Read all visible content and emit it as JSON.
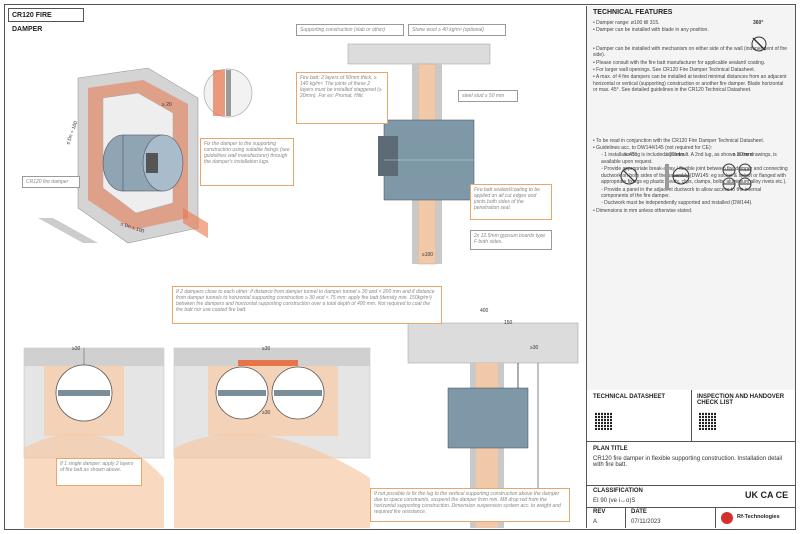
{
  "title": "CR120 FIRE DAMPER",
  "notes": {
    "support": "Supporting construction (slab or other)",
    "stonewool": "Stone wool ≥ 40 kg/m³ (optional)",
    "firebatt": "Fire batt: 2 layers of 50mm thick, ≥ 140 kg/m³. The joints of these 2 layers must be installed staggered (≥ 20mm). For ex: Promat, Hilti.",
    "steelstud": "steel stud ≥ 50 mm",
    "fixdamper": "Fix the damper to the supporting construction using suitable fixings (see guidelines wall manufacturer) through the damper's installation lugs.",
    "sealant": "Fire batt sealant/coating to be applied on all cut edges and joints both sides of the penetration seal.",
    "gypsum": "2x 12.5mm gypsum boards type F both sides.",
    "cr120": "CR120 fire damper",
    "twodampers": "If 2 dampers close to each other: if distance from damper tunnel to damper tunnel ≥ 30 and < 200 mm and if distance from damper tunnels to horizontal supporting construction ≥ 30 and < 75 mm: apply fire batt (density min. 150kg/m³) between fire dampers and horizontal supporting construction over a total depth of 400 mm. Not required to coat the fire batt nor use coated fire batt.",
    "single": "If 1 single damper: apply 2 layers of fire batt as shown above.",
    "notpossible": "If not possible to fix the lug to the vertical supporting construction above the damper due to space constraints, suspend the damper from min. M8 drop rod from the horizontal supporting construction. Dimension suspension system acc. to weight and required fire resistance."
  },
  "dims": {
    "d20": "≥ 20",
    "dn100a": "≤ Dn + 100",
    "dn100b": "≤ Dn + 100",
    "d100": "≥100",
    "d30a": "≥30",
    "d30b": "≥30",
    "d30c": "≥30",
    "d400": "400",
    "d150": "150",
    "d30d": "≥30"
  },
  "features": {
    "heading": "TECHNICAL FEATURES",
    "items": [
      "• Damper range: ø100 till 315.",
      "• Damper can be installed with blade in any position.",
      "• Damper can be installed with mechanism on either side of the wall (independent of fire side).",
      "• Please consult with the fire batt manufacturer for applicable sealant/ coating.",
      "• For larger wall openings. See CR120 Fire Damper Technical Datasheet.",
      "• A max. of 4 fire dampers can be installed at tested minimal distances from an adjacent horizontal or vertical (supporting) construction or another fire damper. Blade horizontal or max. 45°. See detailed guidelines in the CR120 Technical Datasheet.",
      "• To be read in conjunction with the CR120 Fire Damper Technical Datasheet.",
      "• Guidelines acc. to DW144/145 (not required for CE):",
      "   ◦ 1 installation lug is included by default. A 2nd lug, as shown in the drawings, is available upon request.",
      "   ◦ Provide appropriate break-away / flexible joint between fire damper and connecting ductwork on both sides of the assembly (DW145: eg socket & spigot or flanged with appropriate fixings eg plastic cleats, clips, clamps, bolts, aluminium alloy rivets etc.).",
      "   ◦ Provide a panel in the adjacent ductwork to allow access to the internal components of the fire damper.",
      "   ◦ Ductwork must be independently supported and installed (DW144).",
      "• Dimensions in mm unless otherwise stated."
    ],
    "deg360": "360°",
    "deg45": "≤ 45°",
    "mm30a": "≥ 30 mm",
    "mm30b": "≥ 30 mm"
  },
  "techsheet": "TECHNICAL DATASHEET",
  "checklist": "INSPECTION AND HANDOVER CHECK LIST",
  "plan_title_label": "PLAN TITLE",
  "plan_title": "CR120 fire damper in flexible supporting construction. Installation detail with fire batt.",
  "classification_label": "CLASSIFICATION",
  "classification": "EI 90 (ve i↔o)S",
  "marks": "UK CA  CE",
  "rev_label": "REV",
  "rev": "A",
  "date_label": "DATE",
  "date": "07/11/2023",
  "brand": "Rf-Technologies",
  "colors": {
    "accent": "#e8744a",
    "wall": "#d9d9d9",
    "duct": "#7f98a8"
  }
}
